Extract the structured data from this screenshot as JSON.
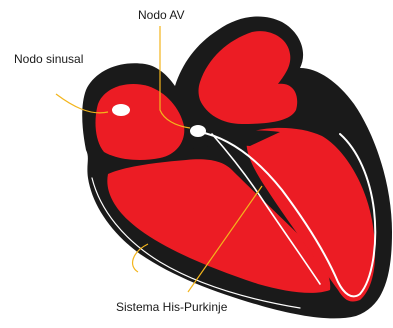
{
  "labels": {
    "sa_node": "Nodo sinusal",
    "av_node": "Nodo AV",
    "his_purkinje": "Sistema His-Purkinje"
  },
  "colors": {
    "chamber": "#ec1c24",
    "wall": "#1a1a1a",
    "conduction_path": "#ffffff",
    "node": "#ffffff",
    "leader_line": "#f3b51c",
    "label_text": "#1a1a1a"
  }
}
